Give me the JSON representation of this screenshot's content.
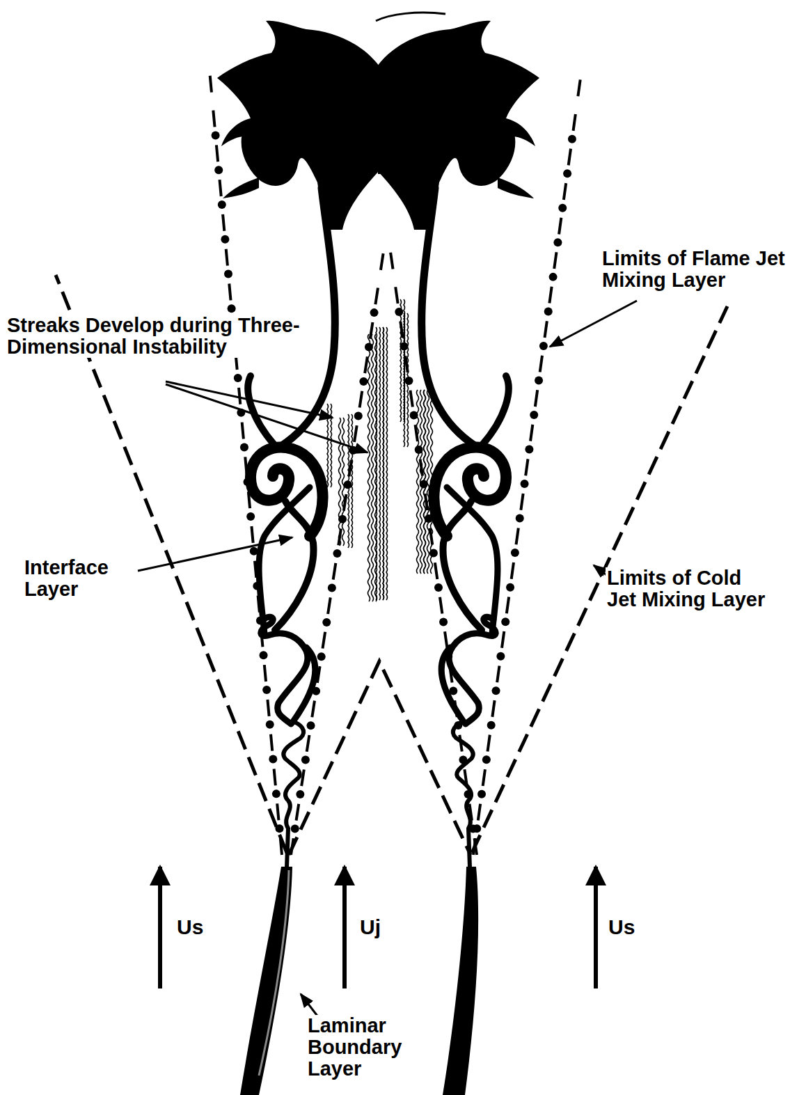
{
  "diagram": {
    "labels": [
      "Limits of Flame Jet Mixing Layer",
      "Streaks Develop during Three-Dimensional Instability",
      "Interface Layer",
      "Limits of Cold Jet Mixing Layer",
      "Us",
      "Uj",
      "Us",
      "Laminar Boundary Layer"
    ]
  }
}
